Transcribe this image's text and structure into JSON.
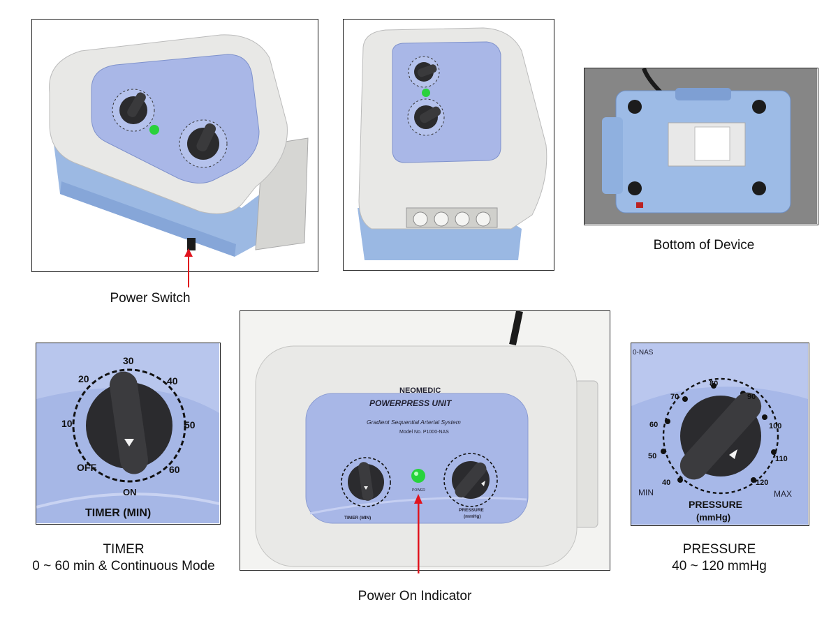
{
  "captions": {
    "power_switch": "Power Switch",
    "bottom": "Bottom of Device",
    "timer_title": "TIMER",
    "timer_desc": "0 ~ 60 min & Continuous Mode",
    "power_indicator": "Power On Indicator",
    "pressure_title": "PRESSURE",
    "pressure_desc": "40 ~ 120 mmHg"
  },
  "device": {
    "brand": "NEOMEDIC",
    "unit_name": "POWERPRESS UNIT",
    "system_name": "Gradient Sequential Arterial System",
    "model": "Model No. P1000-NAS",
    "power_label": "POWER"
  },
  "timer_dial": {
    "label": "TIMER (MIN)",
    "ticks": [
      "OFF",
      "10",
      "20",
      "30",
      "40",
      "50",
      "60"
    ],
    "on_label": "ON"
  },
  "pressure_dial": {
    "label": "PRESSURE",
    "unit": "(mmHg)",
    "ticks": [
      "40",
      "50",
      "60",
      "70",
      "80",
      "90",
      "100",
      "110",
      "120"
    ],
    "min_label": "MIN",
    "max_label": "MAX",
    "corner_text": "0-NAS"
  },
  "colors": {
    "body_white": "#e9e9e6",
    "panel_blue": "#a9b8e6",
    "base_blue": "#9dbbe6",
    "knob": "#2c2c2e",
    "led": "#27d33c",
    "arrow": "#e0141e"
  }
}
